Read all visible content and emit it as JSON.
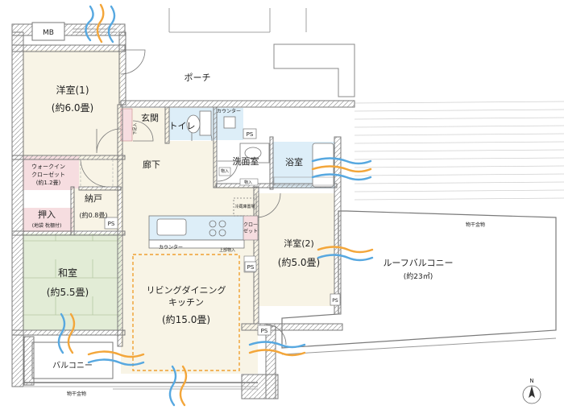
{
  "rooms": {
    "mb": "MB",
    "western1_name": "洋室(1)",
    "western1_size": "(約6.0畳)",
    "entrance": "玄関",
    "porch": "ポーチ",
    "toilet": "トイレ",
    "counter_top": "カウンター",
    "washroom": "洗面室",
    "bath": "浴室",
    "corridor": "廊下",
    "walkin_line1": "ウォークイン",
    "walkin_line2": "クローゼット",
    "walkin_size": "(約1.2畳)",
    "storage_name": "納戸",
    "storage_size": "(約0.8畳)",
    "oshiire_name": "押入",
    "oshiire_note": "(地袋 枕棚付)",
    "washitsu_name": "和室",
    "washitsu_size": "(約5.5畳)",
    "ldk_line1": "リビングダイニング",
    "ldk_line2": "キッチン",
    "ldk_size": "(約15.0畳)",
    "western2_name": "洋室(2)",
    "western2_size": "(約5.0畳)",
    "roof_balcony_name": "ルーフバルコニー",
    "roof_balcony_size": "(約23㎡)",
    "balcony": "バルコニー",
    "drying_rack_right": "物干金物",
    "drying_rack_left": "物干金物",
    "counter_kitchen": "カウンター",
    "closet2_line1": "クロー",
    "closet2_line2": "ゼット",
    "fridge": "冷蔵庫置場",
    "upper_storage": "上部物入",
    "storage_small": "物入",
    "shoe_box": "下足入",
    "ps": "PS",
    "north": "N"
  },
  "colors": {
    "wall": "#b9b9b9",
    "wall_edge": "#7a7a7a",
    "floor_western": "#f8f4e6",
    "floor_washitsu": "#e2ecd6",
    "floor_wet": "#ddeef8",
    "floor_storage": "#f6dde0",
    "ldk_dash": "#f0a030",
    "wind_orange": "#f3a63a",
    "wind_blue": "#57a8e0"
  }
}
